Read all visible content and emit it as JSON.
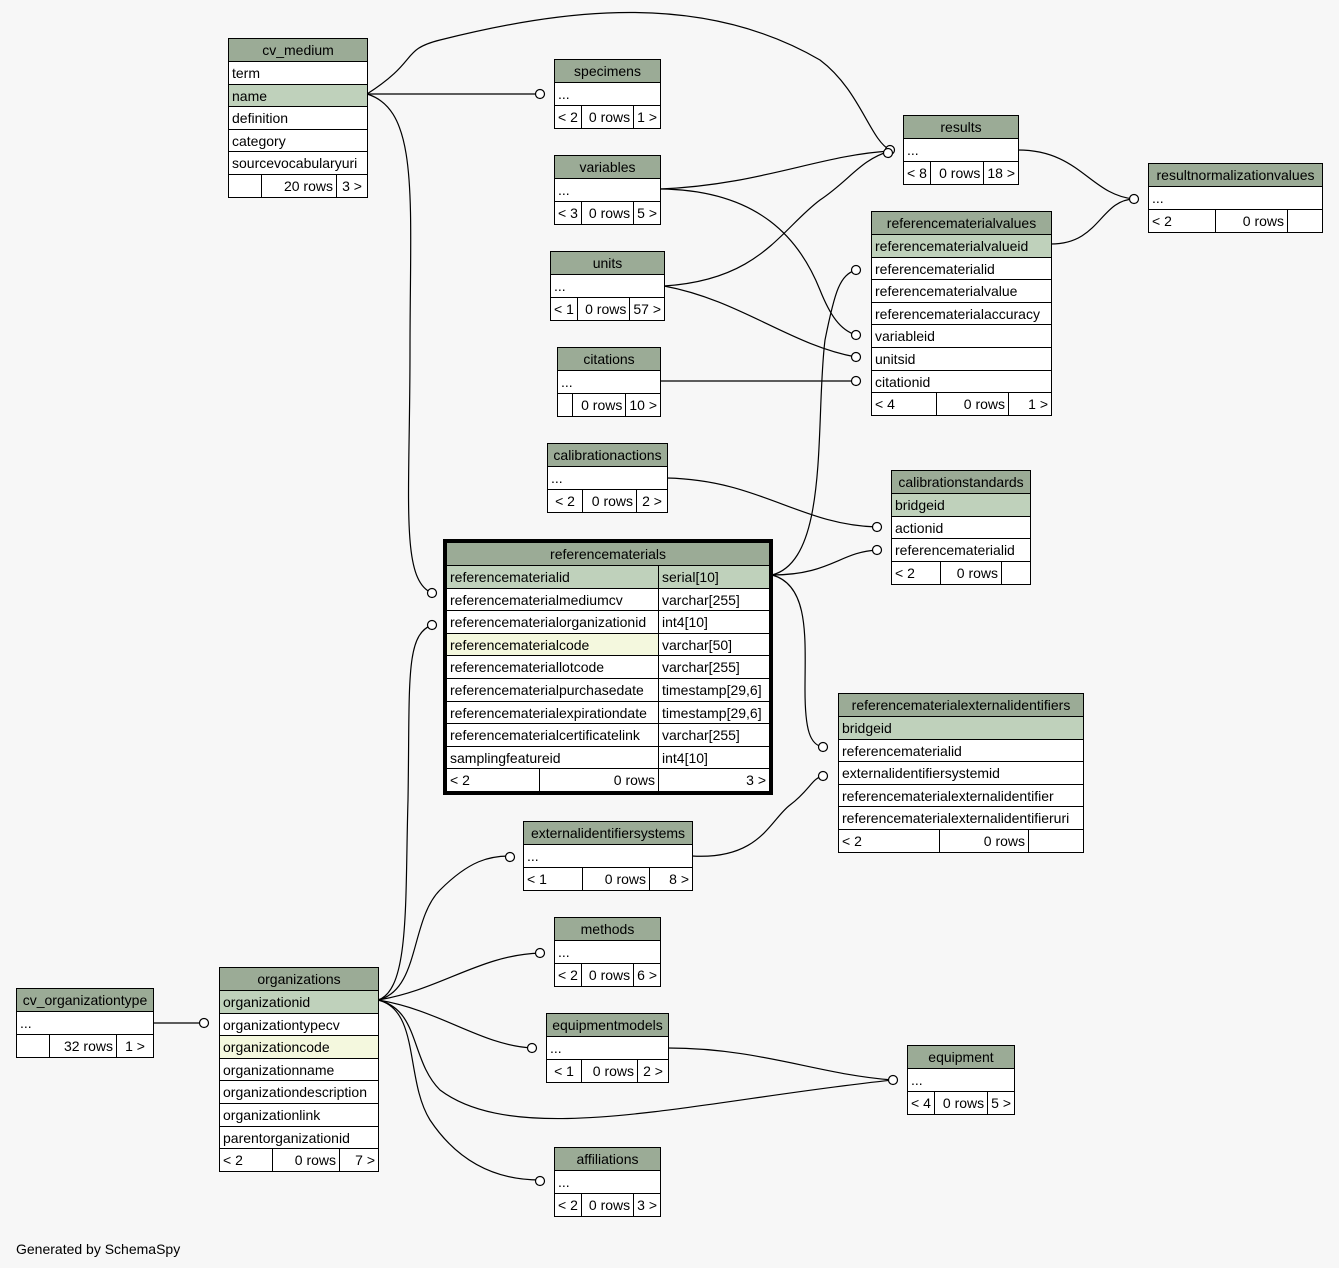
{
  "footer": "Generated by SchemaSpy",
  "colors": {
    "header": "#9bab96",
    "primary_key": "#bfd1bb",
    "indexed": "#f4f8de",
    "background": "#f7f7f7"
  },
  "tables": {
    "cv_medium": {
      "title": "cv_medium",
      "rows": [
        "term",
        "name",
        "definition",
        "category",
        "sourcevocabularyuri"
      ],
      "foot": [
        "",
        "20 rows",
        "3 >"
      ]
    },
    "specimens": {
      "title": "specimens",
      "rows": [
        "..."
      ],
      "foot": [
        "< 2",
        "0 rows",
        "1 >"
      ]
    },
    "variables": {
      "title": "variables",
      "rows": [
        "..."
      ],
      "foot": [
        "< 3",
        "0 rows",
        "5 >"
      ]
    },
    "units": {
      "title": "units",
      "rows": [
        "..."
      ],
      "foot": [
        "< 1",
        "0 rows",
        "57 >"
      ]
    },
    "citations": {
      "title": "citations",
      "rows": [
        "..."
      ],
      "foot": [
        "",
        "0 rows",
        "10 >"
      ]
    },
    "calibrationactions": {
      "title": "calibrationactions",
      "rows": [
        "..."
      ],
      "foot": [
        "< 2",
        "0 rows",
        "2 >"
      ]
    },
    "results": {
      "title": "results",
      "rows": [
        "..."
      ],
      "foot": [
        "< 8",
        "0 rows",
        "18 >"
      ]
    },
    "resultnormalizationvalues": {
      "title": "resultnormalizationvalues",
      "rows": [
        "..."
      ],
      "foot": [
        "< 2",
        "0 rows",
        ""
      ]
    },
    "referencematerialvalues": {
      "title": "referencematerialvalues",
      "rows": [
        "referencematerialvalueid",
        "referencematerialid",
        "referencematerialvalue",
        "referencematerialaccuracy",
        "variableid",
        "unitsid",
        "citationid"
      ],
      "foot": [
        "< 4",
        "0 rows",
        "1 >"
      ]
    },
    "calibrationstandards": {
      "title": "calibrationstandards",
      "rows": [
        "bridgeid",
        "actionid",
        "referencematerialid"
      ],
      "foot": [
        "< 2",
        "0 rows",
        ""
      ]
    },
    "referencematerials": {
      "title": "referencematerials",
      "rows": [
        [
          "referencematerialid",
          "serial[10]"
        ],
        [
          "referencematerialmediumcv",
          "varchar[255]"
        ],
        [
          "referencematerialorganizationid",
          "int4[10]"
        ],
        [
          "referencematerialcode",
          "varchar[50]"
        ],
        [
          "referencemateriallotcode",
          "varchar[255]"
        ],
        [
          "referencematerialpurchasedate",
          "timestamp[29,6]"
        ],
        [
          "referencematerialexpirationdate",
          "timestamp[29,6]"
        ],
        [
          "referencematerialcertificatelink",
          "varchar[255]"
        ],
        [
          "samplingfeatureid",
          "int4[10]"
        ]
      ],
      "foot": [
        "< 2",
        "0 rows",
        "3 >"
      ]
    },
    "referencematerialexternalidentifiers": {
      "title": "referencematerialexternalidentifiers",
      "rows": [
        "bridgeid",
        "referencematerialid",
        "externalidentifiersystemid",
        "referencematerialexternalidentifier",
        "referencematerialexternalidentifieruri"
      ],
      "foot": [
        "< 2",
        "0 rows",
        ""
      ]
    },
    "externalidentifiersystems": {
      "title": "externalidentifiersystems",
      "rows": [
        "..."
      ],
      "foot": [
        "< 1",
        "0 rows",
        "8 >"
      ]
    },
    "methods": {
      "title": "methods",
      "rows": [
        "..."
      ],
      "foot": [
        "< 2",
        "0 rows",
        "6 >"
      ]
    },
    "equipmentmodels": {
      "title": "equipmentmodels",
      "rows": [
        "..."
      ],
      "foot": [
        "< 1",
        "0 rows",
        "2 >"
      ]
    },
    "equipment": {
      "title": "equipment",
      "rows": [
        "..."
      ],
      "foot": [
        "< 4",
        "0 rows",
        "5 >"
      ]
    },
    "affiliations": {
      "title": "affiliations",
      "rows": [
        "..."
      ],
      "foot": [
        "< 2",
        "0 rows",
        "3 >"
      ]
    },
    "cv_organizationtype": {
      "title": "cv_organizationtype",
      "rows": [
        "..."
      ],
      "foot": [
        "",
        "32 rows",
        "1 >"
      ]
    },
    "organizations": {
      "title": "organizations",
      "rows": [
        "organizationid",
        "organizationtypecv",
        "organizationcode",
        "organizationname",
        "organizationdescription",
        "organizationlink",
        "parentorganizationid"
      ],
      "foot": [
        "< 2",
        "0 rows",
        "7 >"
      ]
    }
  }
}
